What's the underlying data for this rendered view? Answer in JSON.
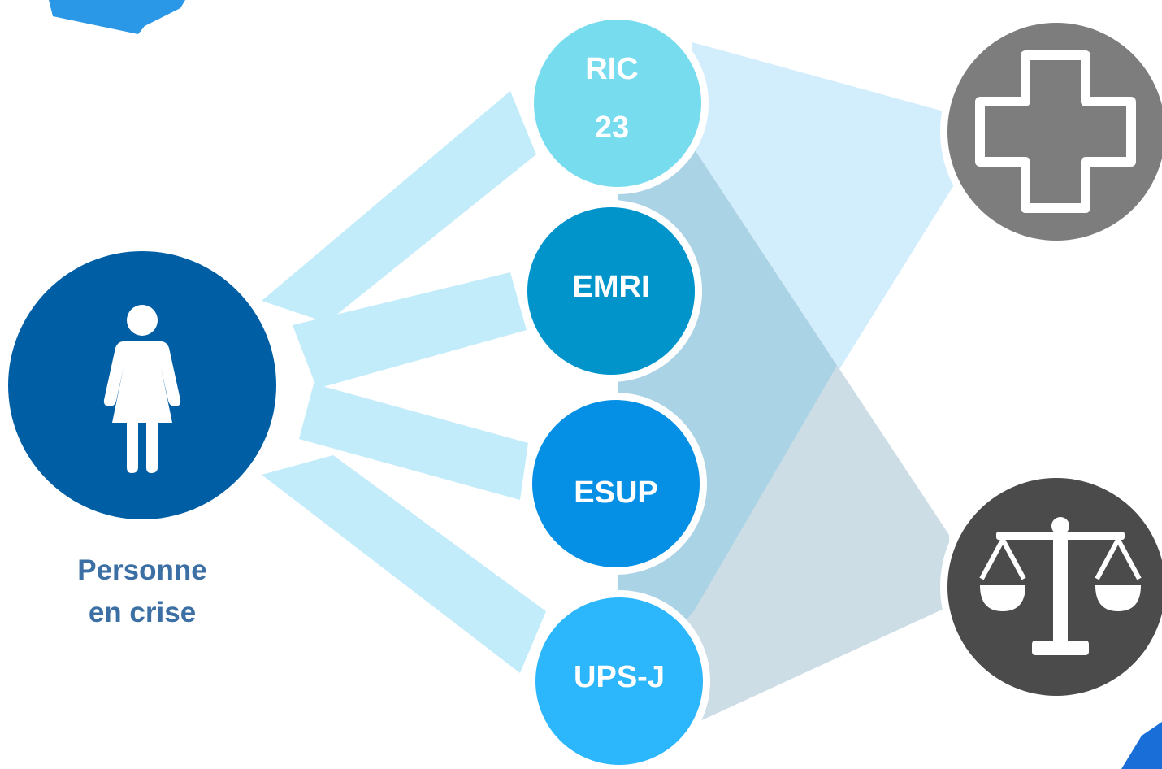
{
  "person": {
    "caption_line1": "Personne",
    "caption_line2": "en crise",
    "icon": "woman-icon",
    "color": "#005ea5"
  },
  "services": [
    {
      "line1": "RIC",
      "line2": "23",
      "color": "#78dcef"
    },
    {
      "line1": "EMRI",
      "line2": "",
      "color": "#0094cb"
    },
    {
      "line1": "ESUP",
      "line2": "",
      "color": "#0690e5"
    },
    {
      "line1": "UPS-J",
      "line2": "",
      "color": "#2cb6fb"
    }
  ],
  "outcomes": [
    {
      "icon": "medical-cross-icon",
      "color": "#7d7d7d"
    },
    {
      "icon": "justice-scales-icon",
      "color": "#4b4b4b"
    }
  ],
  "colors": {
    "connector_light": "#c3ecfb",
    "connector_mid": "#a8d3e6",
    "connector_grey": "#cddde6",
    "corner_accent": "#1a8fe3"
  }
}
